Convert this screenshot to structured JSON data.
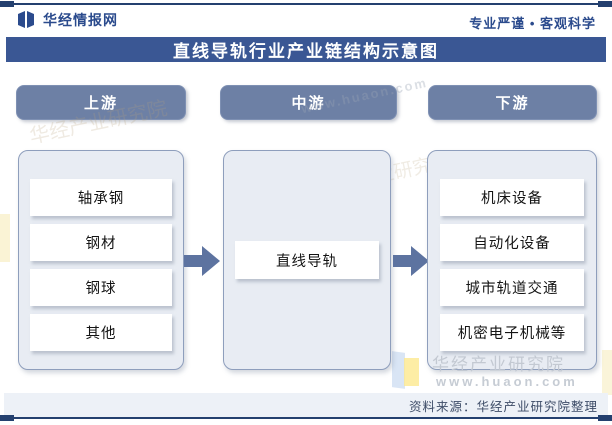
{
  "header": {
    "brand": "华经情报网",
    "slogan": "专业严谨 • 客观科学"
  },
  "banner": {
    "title": "直线导轨行业产业链结构示意图"
  },
  "stages": {
    "up": "上游",
    "mid": "中游",
    "down": "下游"
  },
  "chain": {
    "upstream_items": [
      "轴承钢",
      "钢材",
      "钢球",
      "其他"
    ],
    "midstream_item": "直线导轨",
    "downstream_items": [
      "机床设备",
      "自动化设备",
      "城市轨道交通",
      "机密电子机械等"
    ]
  },
  "watermarks": {
    "org": "华经产业研究院",
    "site": "www.huaon.com"
  },
  "footer": {
    "source": "资料来源：华经产业研究院整理"
  },
  "colors": {
    "banner_bg": "#3A5794",
    "stage_bg": "#6D80A5",
    "arrow": "#5D73A0",
    "panel_bg": "#E8ECF3",
    "panel_border": "#8E9EBC",
    "edge_rule": "#24406F",
    "header_text": "#2B4B8D",
    "footer_bg": "#EDF1F7"
  }
}
